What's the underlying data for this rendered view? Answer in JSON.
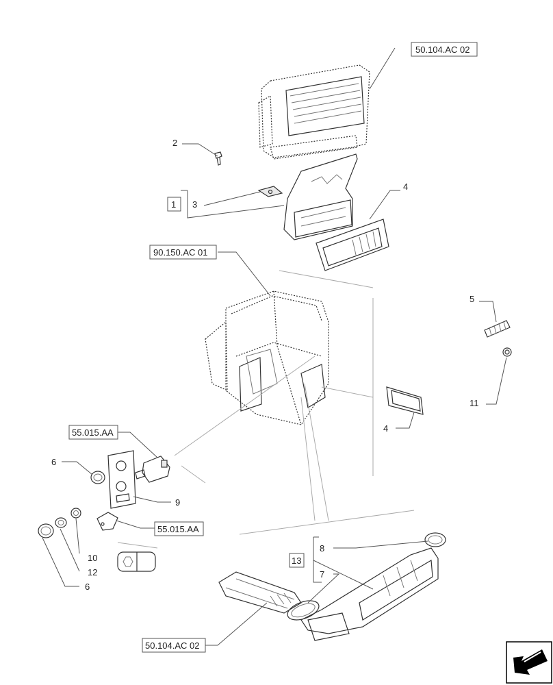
{
  "references": {
    "ref_top": "50.104.AC 02",
    "ref_cab": "90.150.AC 01",
    "ref_switch_upper": "55.015.AA",
    "ref_switch_lower": "55.015.AA",
    "ref_bottom": "50.104.AC 02"
  },
  "callouts": {
    "c1": "1",
    "c2": "2",
    "c3": "3",
    "c4a": "4",
    "c4b": "4",
    "c5": "5",
    "c6a": "6",
    "c6b": "6",
    "c7": "7",
    "c8": "8",
    "c9": "9",
    "c10": "10",
    "c11": "11",
    "c12": "12",
    "c13": "13"
  },
  "nav_icon": "arrow-icon"
}
